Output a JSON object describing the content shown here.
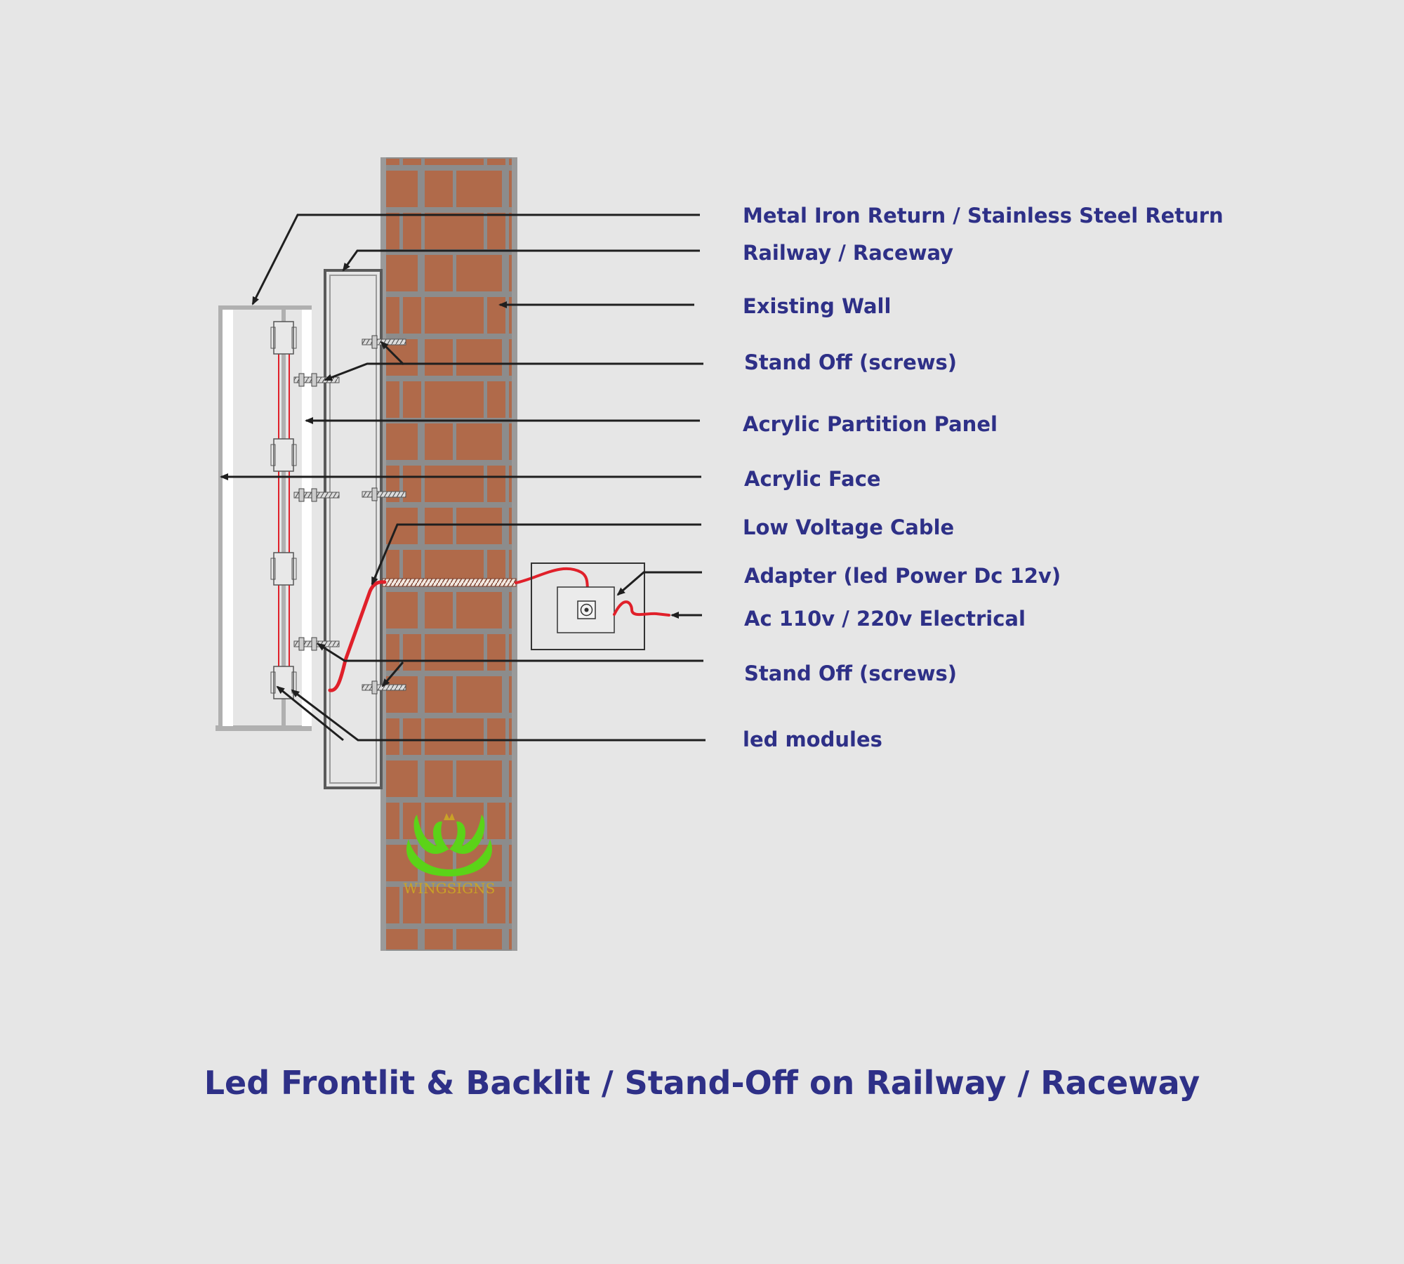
{
  "labels": {
    "metal_return": "Metal Iron Return / Stainless Steel Return",
    "raceway": "Railway / Raceway",
    "existing_wall": "Existing Wall",
    "standoff_top": "Stand Off (screws)",
    "partition_panel": "Acrylic Partition Panel",
    "acrylic_face": "Acrylic Face",
    "low_voltage_cable": "Low Voltage Cable",
    "adapter": "Adapter (led Power Dc 12v)",
    "ac_electrical": "Ac 110v / 220v Electrical",
    "standoff_bottom": "Stand Off (screws)",
    "led_modules": "led modules"
  },
  "title": "Led Frontlit & Backlit / Stand-Off on Railway / Raceway",
  "logo": {
    "text": "WINGSIGNS",
    "icon": "swan-crown-logo-icon"
  },
  "colors": {
    "label_text": "#2e3087",
    "brick": "#b06a4a",
    "mortar": "#8c8c8c",
    "cable": "#e0202a",
    "background": "#e6e6e6",
    "logo_green": "#5bd318",
    "logo_gold": "#c9a227"
  }
}
